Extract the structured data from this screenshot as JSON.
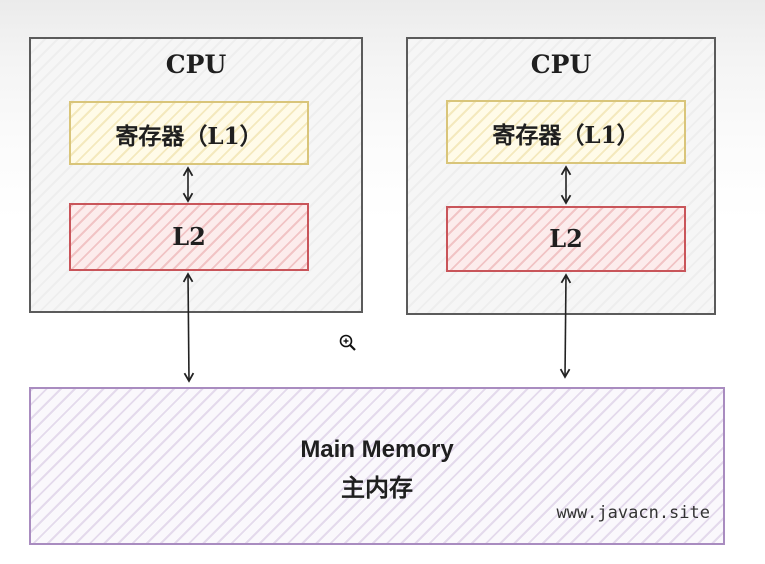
{
  "diagram": {
    "cpus": [
      {
        "title": "CPU",
        "register_label": "寄存器（L1）",
        "l2_label": "L2"
      },
      {
        "title": "CPU",
        "register_label": "寄存器（L1）",
        "l2_label": "L2"
      }
    ],
    "memory": {
      "title_en": "Main Memory",
      "title_zh": "主内存",
      "watermark": "www.javacn.site"
    }
  },
  "colors": {
    "cpu_border": "#5b5b5b",
    "register_border": "#d9c57a",
    "l2_border": "#c9555a",
    "memory_border": "#a98cc0"
  },
  "icons": {
    "cursor": "zoom-in-icon"
  }
}
